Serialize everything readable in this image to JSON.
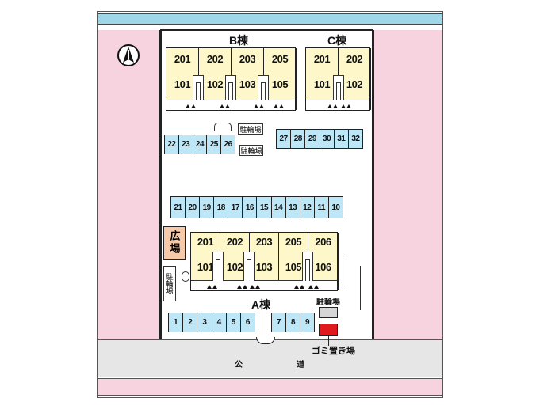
{
  "north_mark": {
    "icon": "north-arrow-icon"
  },
  "buildings": {
    "b": {
      "label": "B棟",
      "units": [
        {
          "upper": "201",
          "lower": "101"
        },
        {
          "upper": "202",
          "lower": "102"
        },
        {
          "upper": "203",
          "lower": "103"
        },
        {
          "upper": "205",
          "lower": "105"
        }
      ]
    },
    "c": {
      "label": "C棟",
      "units": [
        {
          "upper": "201",
          "lower": "101"
        },
        {
          "upper": "202",
          "lower": "102"
        }
      ]
    },
    "a": {
      "label": "A棟",
      "units": [
        {
          "upper": "201",
          "lower": "101"
        },
        {
          "upper": "202",
          "lower": "102"
        },
        {
          "upper": "203",
          "lower": "103"
        },
        {
          "upper": "205",
          "lower": "105"
        },
        {
          "upper": "206",
          "lower": "106"
        }
      ]
    }
  },
  "parking": {
    "row_left": [
      "22",
      "23",
      "24",
      "25",
      "26"
    ],
    "row_right": [
      "27",
      "28",
      "29",
      "30",
      "31",
      "32"
    ],
    "row_middle": [
      "21",
      "20",
      "19",
      "18",
      "17",
      "16",
      "15",
      "14",
      "13",
      "12",
      "11",
      "10"
    ],
    "row_bottom_left": [
      "1",
      "2",
      "3",
      "4",
      "5",
      "6"
    ],
    "row_bottom_right": [
      "7",
      "8",
      "9"
    ]
  },
  "labels": {
    "bike_parking_1": "駐輪場",
    "bike_parking_2": "駐輪場",
    "bike_parking_3": "駐輪場",
    "bike_parking_side": "駐輪場",
    "plaza": "広場",
    "garbage": "ゴミ置き場",
    "road_1": "公",
    "road_2": "道"
  },
  "colors": {
    "blue": "#bde6f7",
    "yellow": "#fdf7c9",
    "pink": "#f7d3df",
    "red": "#e0191f"
  }
}
